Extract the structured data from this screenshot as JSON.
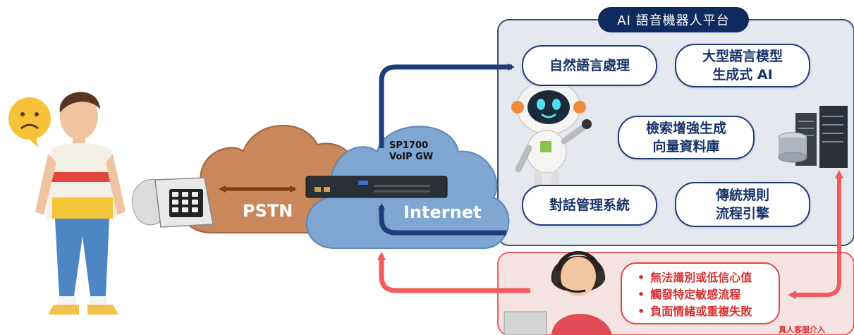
{
  "platform": {
    "title": "AI 語音機器人平台"
  },
  "modules": {
    "nlp": [
      "自然語言處理"
    ],
    "llm": [
      "大型語言模型",
      "生成式 AI"
    ],
    "rag": [
      "檢索增強生成",
      "向量資料庫"
    ],
    "dialog": [
      "對話管理系統"
    ],
    "rules": [
      "傳統規則",
      "流程引擎"
    ]
  },
  "network": {
    "pstn": "PSTN",
    "internet": "Internet",
    "gateway": [
      "SP1700",
      "VoIP GW"
    ]
  },
  "human_agent": {
    "triggers": [
      "無法識別或低信心值",
      "觸發特定敏感流程",
      "負面情緒或重複失敗"
    ],
    "label": "真人客服介入"
  },
  "colors": {
    "navy": "#1e3d7a",
    "red": "#f25c5c",
    "pstn_cloud": "#c9875a",
    "internet_cloud": "#7ea6d1",
    "platform_bg": "#e8eaf0",
    "human_bg": "#f7e6e6"
  }
}
